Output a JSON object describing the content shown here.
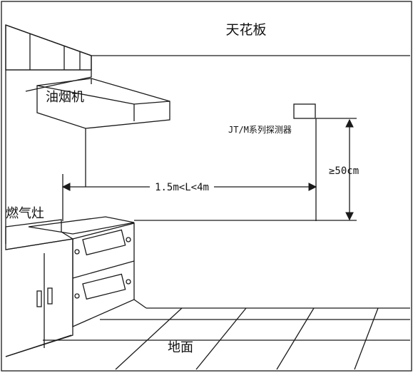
{
  "labels": {
    "ceiling": "天花板",
    "range_hood": "油烟机",
    "gas_stove": "燃气灶",
    "detector": "JT/M系列探测器",
    "distance": "1.5m<L<4m",
    "height": "≥50cm",
    "floor": "地面"
  },
  "colors": {
    "line": "#1a1a1a",
    "background": "#ffffff"
  }
}
